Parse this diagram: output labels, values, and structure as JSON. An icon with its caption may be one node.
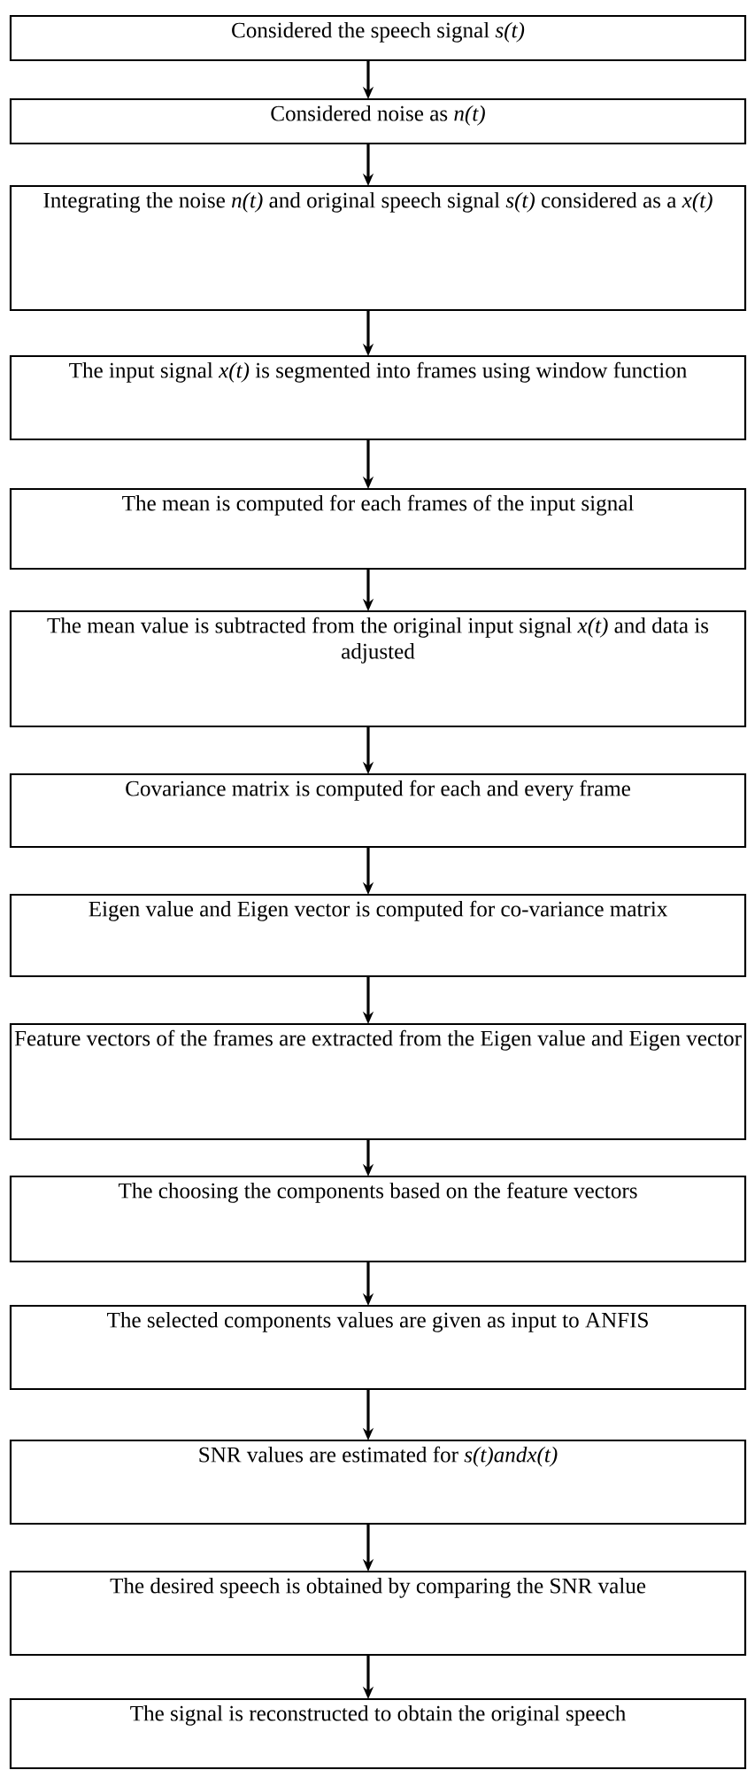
{
  "diagram": {
    "nodes": [
      {
        "text": [
          "Considered the speech signal *s(t)*"
        ]
      },
      {
        "text": [
          "Considered noise as *n(t)*"
        ]
      },
      {
        "text": [
          "Integrating the noise *n(t)* and original speech signal *s(t)* considered as a *x(t)*"
        ]
      },
      {
        "text": [
          "The input signal *x(t)* is segmented into frames using window function"
        ]
      },
      {
        "text": [
          "The mean is computed for each frames of the input signal"
        ]
      },
      {
        "text": [
          "The mean value is subtracted from the original input signal *x(t)* and data is adjusted"
        ]
      },
      {
        "text": [
          "Covariance matrix is computed for each and every frame"
        ]
      },
      {
        "text": [
          "Eigen value and Eigen vector is computed for co-variance matrix"
        ]
      },
      {
        "text": [
          "Feature vectors of the frames are extracted from the Eigen value and Eigen vector"
        ]
      },
      {
        "text": [
          "The choosing the components based on the feature vectors"
        ]
      },
      {
        "text": [
          "The selected components values are given as input to ANFIS"
        ]
      },
      {
        "text": [
          "SNR values are estimated for *s(t)andx(t)*"
        ]
      },
      {
        "text": [
          "The desired speech is obtained by comparing the SNR value"
        ]
      },
      {
        "text": [
          "The signal is reconstructed to obtain the original speech"
        ]
      }
    ],
    "edges": [
      {
        "from": 0,
        "to": 1,
        "arrow": "to"
      },
      {
        "from": 1,
        "to": 2,
        "arrow": "to"
      },
      {
        "from": 2,
        "to": 3,
        "arrow": "to"
      },
      {
        "from": 3,
        "to": 4,
        "arrow": "to"
      },
      {
        "from": 4,
        "to": 5,
        "arrow": "to"
      },
      {
        "from": 5,
        "to": 6,
        "arrow": "to"
      },
      {
        "from": 6,
        "to": 7,
        "arrow": "to"
      },
      {
        "from": 7,
        "to": 8,
        "arrow": "to"
      },
      {
        "from": 8,
        "to": 9,
        "arrow": "to"
      },
      {
        "from": 9,
        "to": 10,
        "arrow": "to"
      },
      {
        "from": 10,
        "to": 11,
        "arrow": "to"
      },
      {
        "from": 11,
        "to": 12,
        "arrow": "to"
      },
      {
        "from": 12,
        "to": 13,
        "arrow": "to"
      }
    ]
  }
}
